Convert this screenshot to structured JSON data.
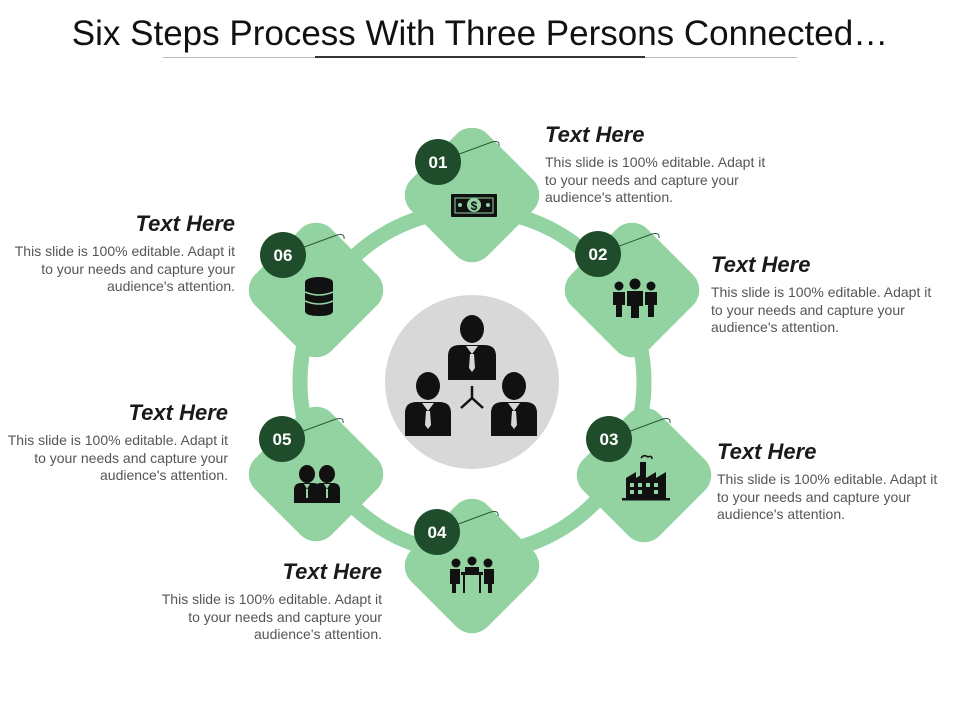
{
  "title": "Six Steps Process With Three Persons Connected…",
  "colors": {
    "petal": "#92d3a1",
    "ring": "#92d3a1",
    "badge": "#1f4d2b",
    "center_circle": "#d8d8d8",
    "icon": "#111111"
  },
  "center_icon": "three-persons-connected-icon",
  "steps": [
    {
      "number": "01",
      "icon": "money-bill-icon",
      "heading": "Text Here",
      "body": "This slide is 100% editable. Adapt it to your needs and capture your audience's attention."
    },
    {
      "number": "02",
      "icon": "team-icon",
      "heading": "Text Here",
      "body": "This slide is 100% editable. Adapt it to your needs and capture your audience's attention."
    },
    {
      "number": "03",
      "icon": "factory-icon",
      "heading": "Text Here",
      "body": "This slide is 100% editable. Adapt it to your needs and capture your audience's attention."
    },
    {
      "number": "04",
      "icon": "meeting-table-icon",
      "heading": "Text Here",
      "body": "This slide is 100% editable. Adapt it to your needs and capture your audience's attention."
    },
    {
      "number": "05",
      "icon": "business-partners-icon",
      "heading": "Text Here",
      "body": "This slide is 100% editable. Adapt it to your needs and capture your audience's attention."
    },
    {
      "number": "06",
      "icon": "database-icon",
      "heading": "Text Here",
      "body": "This slide is 100% editable. Adapt it to your needs and capture your audience's attention."
    }
  ]
}
